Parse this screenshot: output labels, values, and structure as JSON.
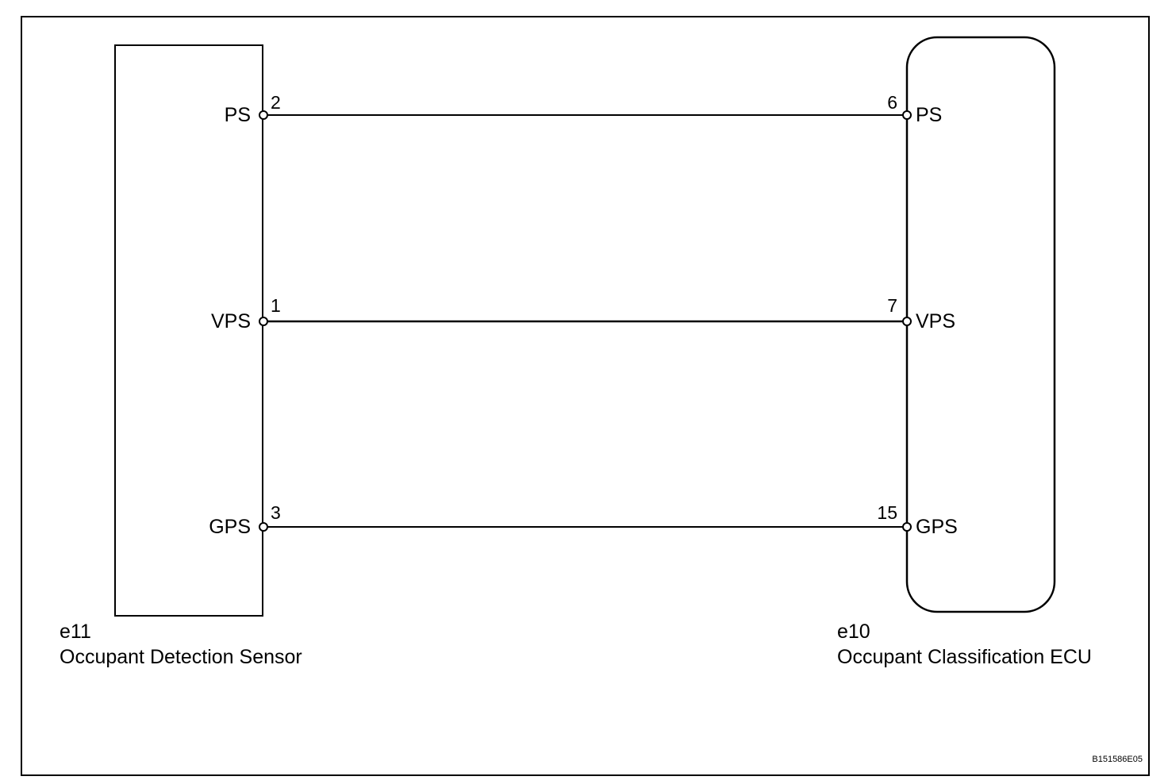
{
  "left_component": {
    "code": "e11",
    "name": "Occupant Detection Sensor",
    "pins": [
      {
        "name": "PS",
        "number": "2"
      },
      {
        "name": "VPS",
        "number": "1"
      },
      {
        "name": "GPS",
        "number": "3"
      }
    ]
  },
  "right_component": {
    "code": "e10",
    "name": "Occupant Classification ECU",
    "pins": [
      {
        "name": "PS",
        "number": "6"
      },
      {
        "name": "VPS",
        "number": "7"
      },
      {
        "name": "GPS",
        "number": "15"
      }
    ]
  },
  "figure_code": "B151586E05",
  "colors": {
    "line": "#000000",
    "background": "#ffffff"
  }
}
